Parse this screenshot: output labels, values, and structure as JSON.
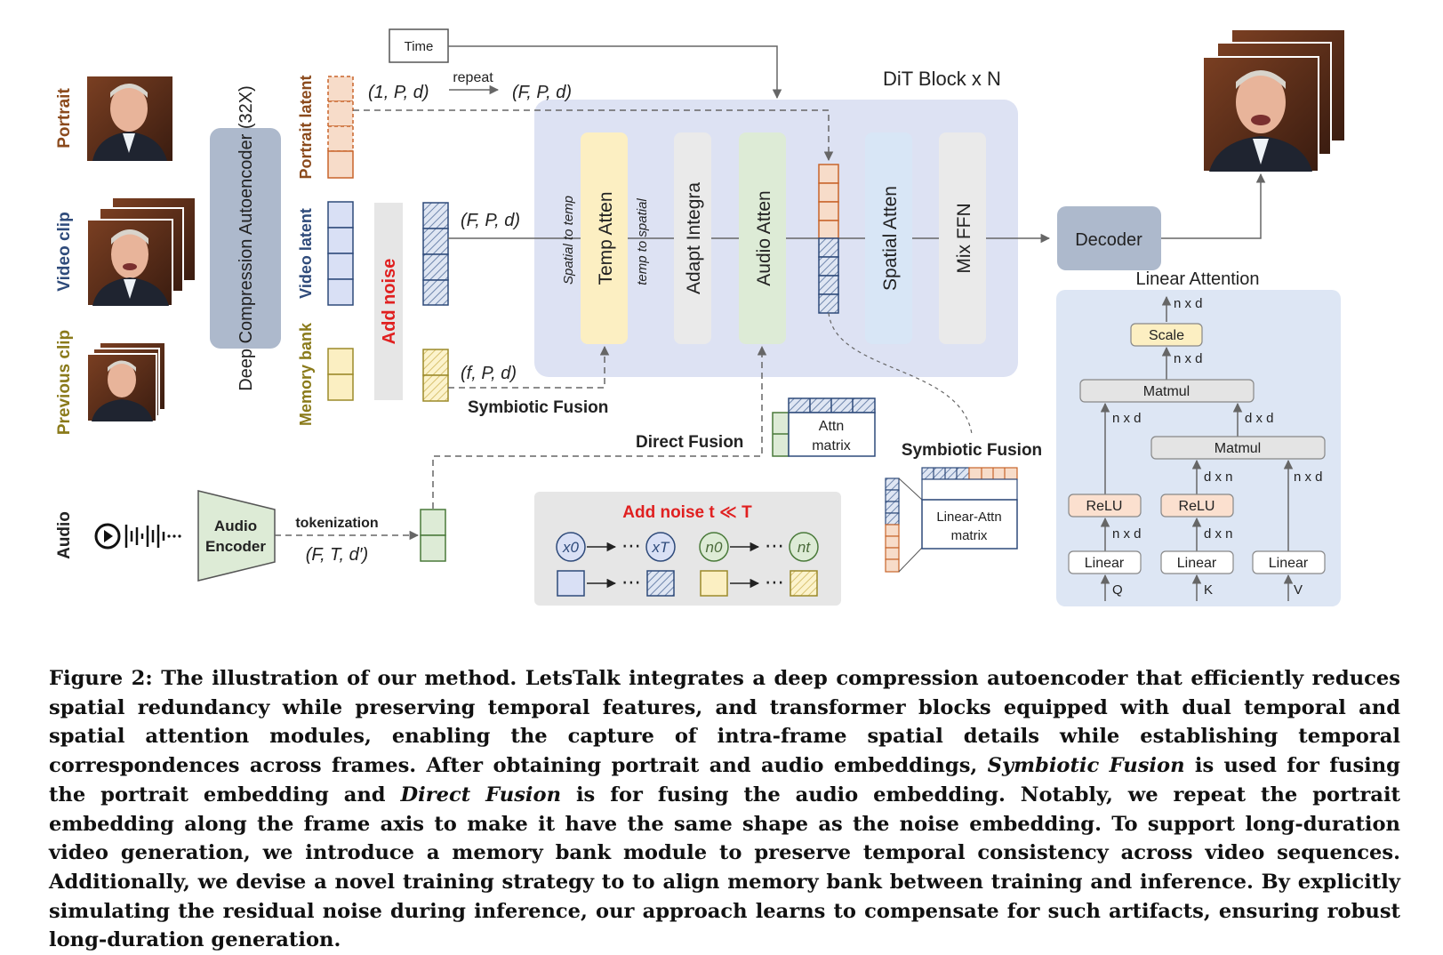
{
  "figure": {
    "inputs": {
      "portrait": "Portrait",
      "video_clip": "Video clip",
      "previous_clip": "Previous clip",
      "audio": "Audio"
    },
    "encoder": "Deep Compression Autoencoder (32X)",
    "latents": {
      "portrait": "Portrait latent",
      "video": "Video latent",
      "memory": "Memory bank"
    },
    "add_noise": "Add noise",
    "time": "Time",
    "repeat": "repeat",
    "shapes": {
      "portrait_in": "(1, P, d)",
      "portrait_out": "(F, P, d)",
      "video": "(F, P, d)",
      "memory": "(f, P, d)",
      "audio": "(F, T, d′)"
    },
    "dit_title": "DiT Block x N",
    "dit_blocks": {
      "spatial_to_temp": "Spatial to temp",
      "temp_atten": "Temp Atten",
      "temp_to_spatial": "temp to spatial",
      "adapt_integra": "Adapt Integra",
      "audio_atten": "Audio Atten",
      "spatial_atten": "Spatial Atten",
      "mix_ffn": "Mix FFN"
    },
    "decoder": "Decoder",
    "symbiotic_fusion": "Symbiotic Fusion",
    "direct_fusion": "Direct  Fusion",
    "attn_matrix_line1": "Attn",
    "attn_matrix_line2": "matrix",
    "symbiotic_fusion_right": "Symbiotic Fusion",
    "linear_attn_matrix_line1": "Linear-Attn",
    "linear_attn_matrix_line2": "matrix",
    "audio_encoder_line1": "Audio",
    "audio_encoder_line2": "Encoder",
    "tokenization": "tokenization",
    "noise_legend": {
      "title": "Add noise t ≪ T",
      "x0": "x0",
      "xT": "xT",
      "n0": "n0",
      "nt": "nt",
      "dots": "⋯"
    },
    "linear_attention": {
      "title": "Linear Attention",
      "scale": "Scale",
      "matmul_top": "Matmul",
      "matmul_inner": "Matmul",
      "relu_q": "ReLU",
      "relu_k": "ReLU",
      "linear_q": "Linear",
      "linear_k": "Linear",
      "linear_v": "Linear",
      "q": "Q",
      "k": "K",
      "v": "V",
      "dim_out": "n x d",
      "dim_scale_in": "n x d",
      "dim_left": "n x d",
      "dim_right": "d x d",
      "dim_k_top": "d x n",
      "dim_v": "n x d",
      "dim_q_low": "n x d",
      "dim_k_low": "d x n"
    },
    "colors": {
      "portrait": "#f7dcc9",
      "video": "#d9e0f5",
      "memory": "#fbefc2",
      "audio": "#ddebd6",
      "dit_bg": "#dde2f3",
      "decoder": "#adb9cc",
      "encoder": "#adb9cc",
      "add_noise_text": "#e02020"
    }
  },
  "caption": {
    "label": "Figure 2:",
    "part1": "The illustration of our method. LetsTalk integrates a deep compression autoencoder that efficiently reduces spatial redundancy while preserving temporal features, and transformer blocks equipped with dual temporal and spatial attention modules, enabling the capture of intra-frame spatial details while establishing temporal correspondences across frames. After obtaining portrait and audio embeddings,",
    "em1": "Symbiotic Fusion",
    "part2": "is used for fusing the portrait embedding and",
    "em2": "Direct Fusion",
    "part3": "is for fusing the audio embedding. Notably, we repeat the portrait embedding along the frame axis to make it have the same shape as the noise embedding. To support long-duration video generation, we introduce a memory bank module to preserve temporal consistency across video sequences. Additionally, we devise a novel training strategy to to align memory bank between training and inference. By explicitly simulating the residual noise during inference, our approach learns to compensate for such artifacts, ensuring robust long-duration generation."
  }
}
